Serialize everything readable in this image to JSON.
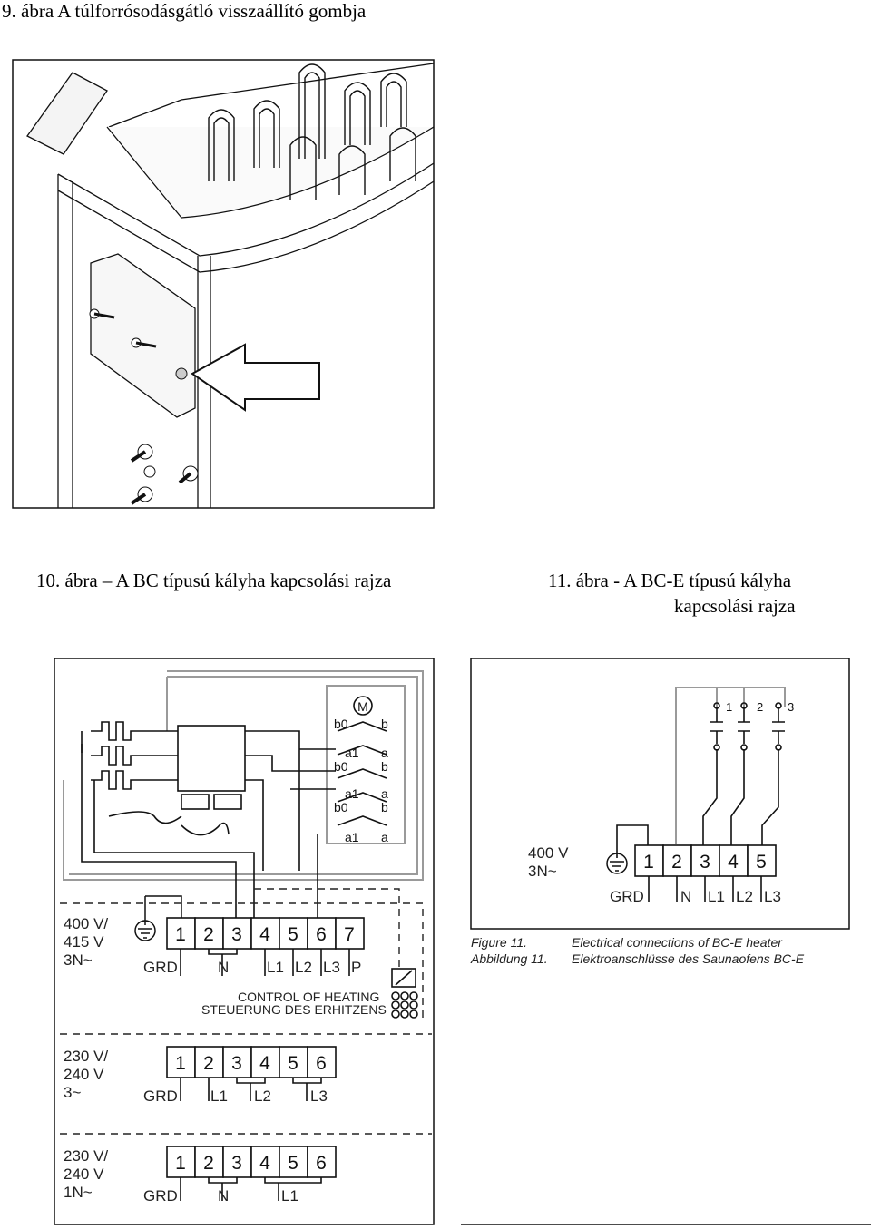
{
  "captions": {
    "fig9": "9. ábra  A túlforrósodásgátló visszaállító gombja",
    "fig10": "10. ábra – A BC típusú kályha kapcsolási rajza",
    "fig11_line1": "11. ábra  -  A  BC-E típusú kályha",
    "fig11_line2": "kapcsolási rajza"
  },
  "fig10_diagram": {
    "relay_labels": [
      "M",
      "b0",
      "b",
      "a1",
      "a",
      "b0",
      "b",
      "a1",
      "a",
      "b0",
      "b",
      "a1",
      "a"
    ],
    "section_400": {
      "voltage": [
        "400 V/",
        "415 V",
        "3N~"
      ],
      "terminals": [
        "1",
        "2",
        "3",
        "4",
        "5",
        "6",
        "7"
      ],
      "bottom_labels": [
        "GRD",
        "N",
        "L1",
        "L2",
        "L3",
        "P"
      ]
    },
    "control": [
      "CONTROL OF HEATING",
      "STEUERUNG DES ERHITZENS"
    ],
    "section_230_3": {
      "voltage": [
        "230 V/",
        "240 V",
        "3~"
      ],
      "terminals": [
        "1",
        "2",
        "3",
        "4",
        "5",
        "6"
      ],
      "bottom_labels": [
        "GRD",
        "L1",
        "L2",
        "L3"
      ]
    },
    "section_230_1": {
      "voltage": [
        "230 V/",
        "240 V",
        "1N~"
      ],
      "terminals": [
        "1",
        "2",
        "3",
        "4",
        "5",
        "6"
      ],
      "bottom_labels": [
        "GRD",
        "N",
        "L1"
      ]
    }
  },
  "fig11_diagram": {
    "top_labels": [
      "1",
      "2",
      "3"
    ],
    "voltage": [
      "400 V",
      "3N~"
    ],
    "terminals": [
      "1",
      "2",
      "3",
      "4",
      "5"
    ],
    "bottom_labels": [
      "GRD",
      "N",
      "L1",
      "L2",
      "L3"
    ],
    "caption_en_label": "Figure 11.",
    "caption_en": "Electrical connections of BC-E heater",
    "caption_de_label": "Abbildung 11.",
    "caption_de": "Elektroanschlüsse des Saunaofens BC-E"
  }
}
